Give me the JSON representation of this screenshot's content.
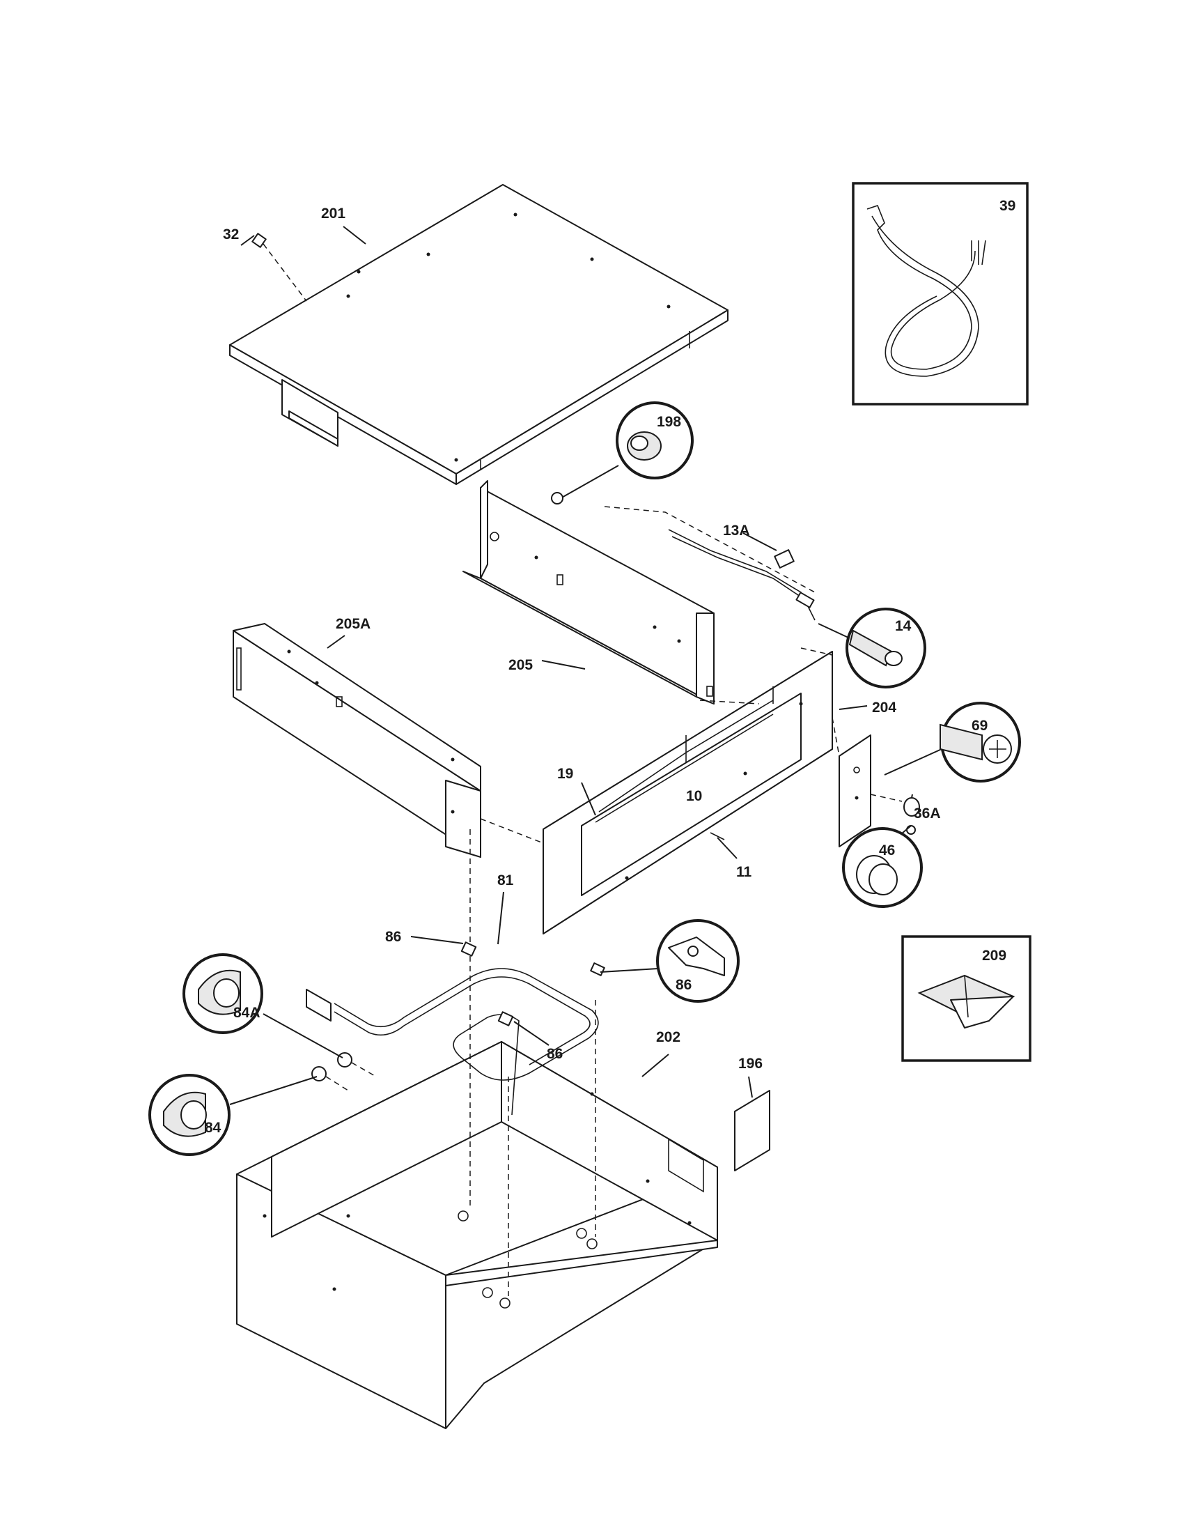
{
  "diagram": {
    "labels": {
      "p32": "32",
      "p201": "201",
      "p39": "39",
      "p198": "198",
      "p13A": "13A",
      "p14": "14",
      "p205A": "205A",
      "p205": "205",
      "p204": "204",
      "p69": "69",
      "p19": "19",
      "p10": "10",
      "p36A": "36A",
      "p11": "11",
      "p46": "46",
      "p81": "81",
      "p86a": "86",
      "p86b": "86",
      "p86c": "86",
      "p209": "209",
      "p84A": "84A",
      "p202": "202",
      "p196": "196",
      "p84": "84"
    }
  }
}
